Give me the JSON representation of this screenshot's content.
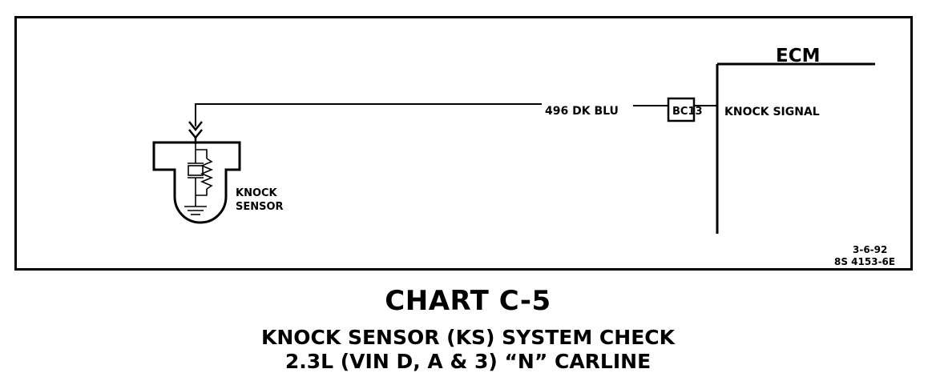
{
  "diagram": {
    "wire_label": "496 DK BLU",
    "connector_pin": "BC13",
    "pin_function": "KNOCK SIGNAL",
    "module_name": "ECM",
    "sensor_label_line1": "KNOCK",
    "sensor_label_line2": "SENSOR",
    "date_stamp": "3-6-92",
    "drawing_number": "8S 4153-6E"
  },
  "caption": {
    "title": "CHART C-5",
    "subtitle_line1": "KNOCK SENSOR (KS) SYSTEM CHECK",
    "subtitle_line2": "2.3L  (VIN D, A & 3)  “N”  CARLINE"
  }
}
